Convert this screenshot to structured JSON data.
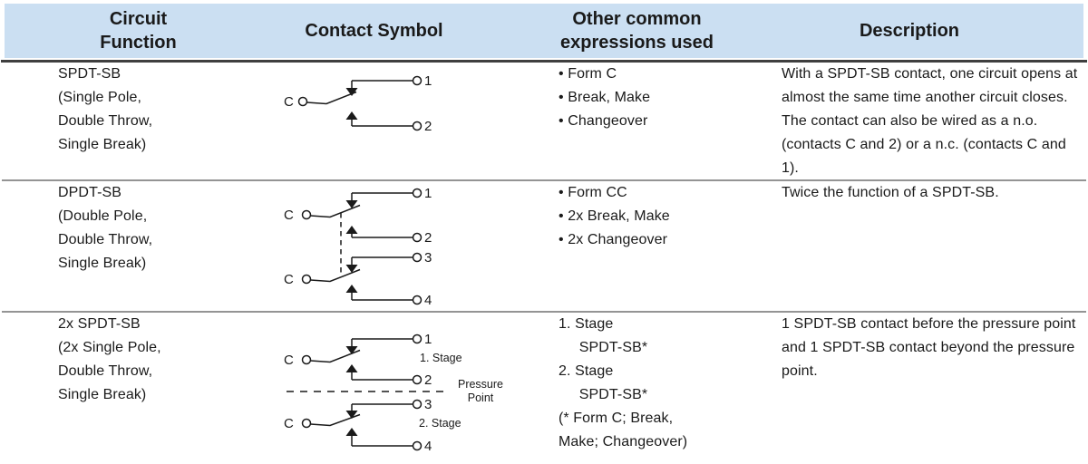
{
  "colors": {
    "header_bg": "#cbdff2",
    "header_rule": "#3f3f3f",
    "row_rule": "#949494",
    "text": "#1a1a1a"
  },
  "header": {
    "columns": [
      {
        "label": [
          "Circuit",
          "Function"
        ]
      },
      {
        "label": [
          "Contact Symbol"
        ]
      },
      {
        "label": [
          "Other common",
          "expressions used"
        ]
      },
      {
        "label": [
          "Description"
        ]
      }
    ]
  },
  "rows": [
    {
      "function": [
        "SPDT-SB",
        "(Single Pole,",
        "Double Throw,",
        "Single Break)"
      ],
      "symbol": {
        "type": "spdt-sb-contact-symbol",
        "terminals": {
          "common": "C",
          "t1": "1",
          "t2": "2"
        }
      },
      "expressions": [
        "• Form C",
        "• Break, Make",
        "• Changeover"
      ],
      "description": "With a SPDT-SB contact, one circuit opens at almost the same time another circuit closes. The contact can also be wired as a n.o. (contacts C and 2) or a n.c. (contacts C and 1)."
    },
    {
      "function": [
        "DPDT-SB",
        "(Double Pole,",
        "Double Throw,",
        "Single Break)"
      ],
      "symbol": {
        "type": "dpdt-sb-contact-symbol",
        "terminals": {
          "common1": "C",
          "common2": "C",
          "t1": "1",
          "t2": "2",
          "t3": "3",
          "t4": "4"
        }
      },
      "expressions": [
        "• Form CC",
        "• 2x Break, Make",
        "• 2x Changeover"
      ],
      "description": "Twice the function of a SPDT-SB."
    },
    {
      "function": [
        "2x SPDT-SB",
        "(2x Single Pole,",
        "Double Throw,",
        "Single Break)"
      ],
      "symbol": {
        "type": "2x-spdt-sb-contact-symbol",
        "terminals": {
          "common1": "C",
          "common2": "C",
          "t1": "1",
          "t2": "2",
          "t3": "3",
          "t4": "4"
        },
        "stage1_label": "1. Stage",
        "stage2_label": "2. Stage",
        "pressure_point_label": [
          "Pressure",
          "Point"
        ]
      },
      "expressions": [
        "1. Stage",
        "     SPDT-SB*",
        "2. Stage",
        "     SPDT-SB*",
        "(* Form C; Break,",
        "Make; Changeover)"
      ],
      "description": "1 SPDT-SB contact before the pressure point and 1 SPDT-SB contact beyond the pressure point."
    }
  ]
}
